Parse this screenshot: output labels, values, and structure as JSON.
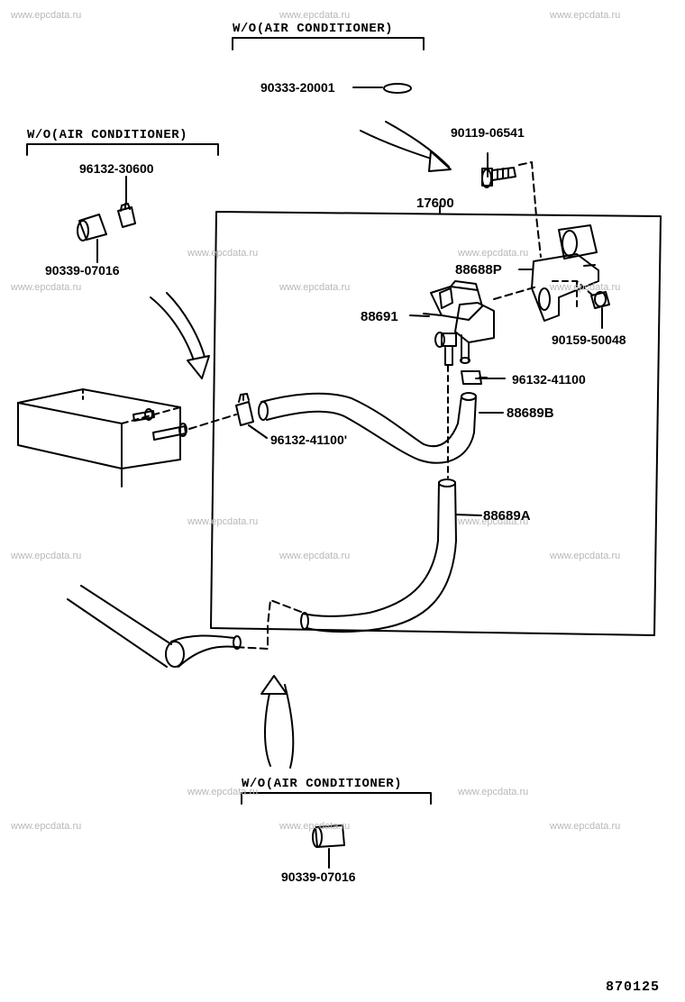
{
  "watermark": "www.epcdata.ru",
  "groups": {
    "top": "W/O(AIR CONDITIONER)",
    "left": "W/O(AIR CONDITIONER)",
    "bottom": "W/O(AIR CONDITIONER)"
  },
  "parts": {
    "gasket": "90333-20001",
    "bolt_top": "90119-06541",
    "assembly": "17600",
    "clip_left": "96132-30600",
    "hose_left": "90339-07016",
    "bracket": "88688P",
    "vsv": "88691",
    "bolt_right": "90159-50048",
    "clip_right": "96132-41100",
    "hose_b": "88689B",
    "clip_mid": "96132-41100'",
    "hose_a": "88689A",
    "hose_bottom": "90339-07016"
  },
  "diagram_code": "870125"
}
